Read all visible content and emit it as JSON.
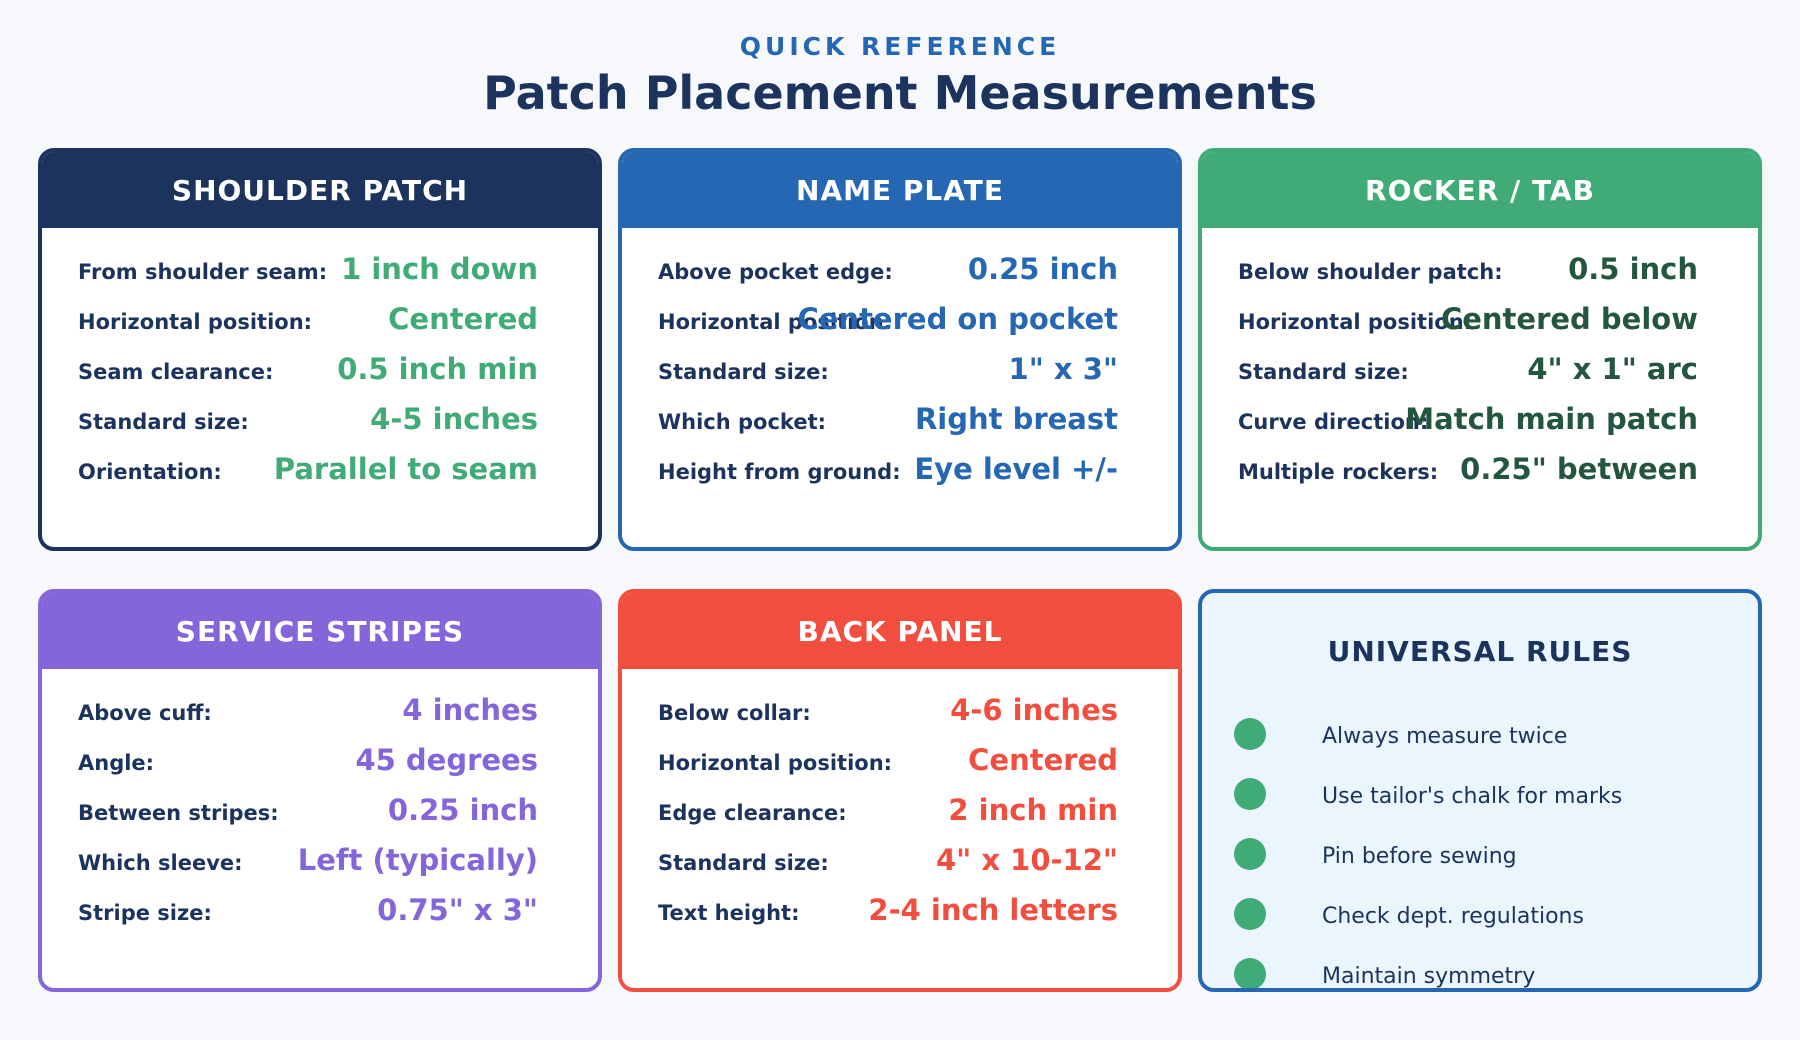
{
  "header": {
    "kicker": "QUICK REFERENCE",
    "title": "Patch Placement Measurements"
  },
  "cards": [
    {
      "title": "SHOULDER PATCH",
      "color": "#1b335d",
      "value_color": "#41ab77",
      "rows": [
        {
          "label": "From shoulder seam:",
          "value": "1 inch down"
        },
        {
          "label": "Horizontal position:",
          "value": "Centered"
        },
        {
          "label": "Seam clearance:",
          "value": "0.5 inch min"
        },
        {
          "label": "Standard size:",
          "value": "4-5 inches"
        },
        {
          "label": "Orientation:",
          "value": "Parallel to seam"
        }
      ]
    },
    {
      "title": "NAME PLATE",
      "color": "#2667b3",
      "value_color": "#2667b3",
      "rows": [
        {
          "label": "Above pocket edge:",
          "value": "0.25 inch"
        },
        {
          "label": "Horizontal position:",
          "value": "Centered on pocket"
        },
        {
          "label": "Standard size:",
          "value": "1\" x 3\""
        },
        {
          "label": "Which pocket:",
          "value": "Right breast"
        },
        {
          "label": "Height from ground:",
          "value": "Eye level +/-"
        }
      ]
    },
    {
      "title": "ROCKER / TAB",
      "color": "#41ab77",
      "value_color": "#23553f",
      "rows": [
        {
          "label": "Below shoulder patch:",
          "value": "0.5 inch"
        },
        {
          "label": "Horizontal position:",
          "value": "Centered below"
        },
        {
          "label": "Standard size:",
          "value": "4\" x 1\" arc"
        },
        {
          "label": "Curve direction:",
          "value": "Match main patch"
        },
        {
          "label": "Multiple rockers:",
          "value": "0.25\" between"
        }
      ]
    },
    {
      "title": "SERVICE STRIPES",
      "color": "#8465da",
      "value_color": "#8465da",
      "rows": [
        {
          "label": "Above cuff:",
          "value": "4 inches"
        },
        {
          "label": "Angle:",
          "value": "45 degrees"
        },
        {
          "label": "Between stripes:",
          "value": "0.25 inch"
        },
        {
          "label": "Which sleeve:",
          "value": "Left (typically)"
        },
        {
          "label": "Stripe size:",
          "value": "0.75\" x 3\""
        }
      ]
    },
    {
      "title": "BACK PANEL",
      "color": "#f24e3f",
      "value_color": "#f24e3f",
      "rows": [
        {
          "label": "Below collar:",
          "value": "4-6 inches"
        },
        {
          "label": "Horizontal position:",
          "value": "Centered"
        },
        {
          "label": "Edge clearance:",
          "value": "2 inch min"
        },
        {
          "label": "Standard size:",
          "value": "4\" x 10-12\""
        },
        {
          "label": "Text height:",
          "value": "2-4 inch letters"
        }
      ]
    }
  ],
  "rules": {
    "title": "UNIVERSAL RULES",
    "color": "#2667b3",
    "background": "#eaf5fe",
    "bullet_color": "#41ab77",
    "items": [
      "Always measure twice",
      "Use tailor's chalk for marks",
      "Pin before sewing",
      "Check dept. regulations",
      "Maintain symmetry"
    ]
  }
}
